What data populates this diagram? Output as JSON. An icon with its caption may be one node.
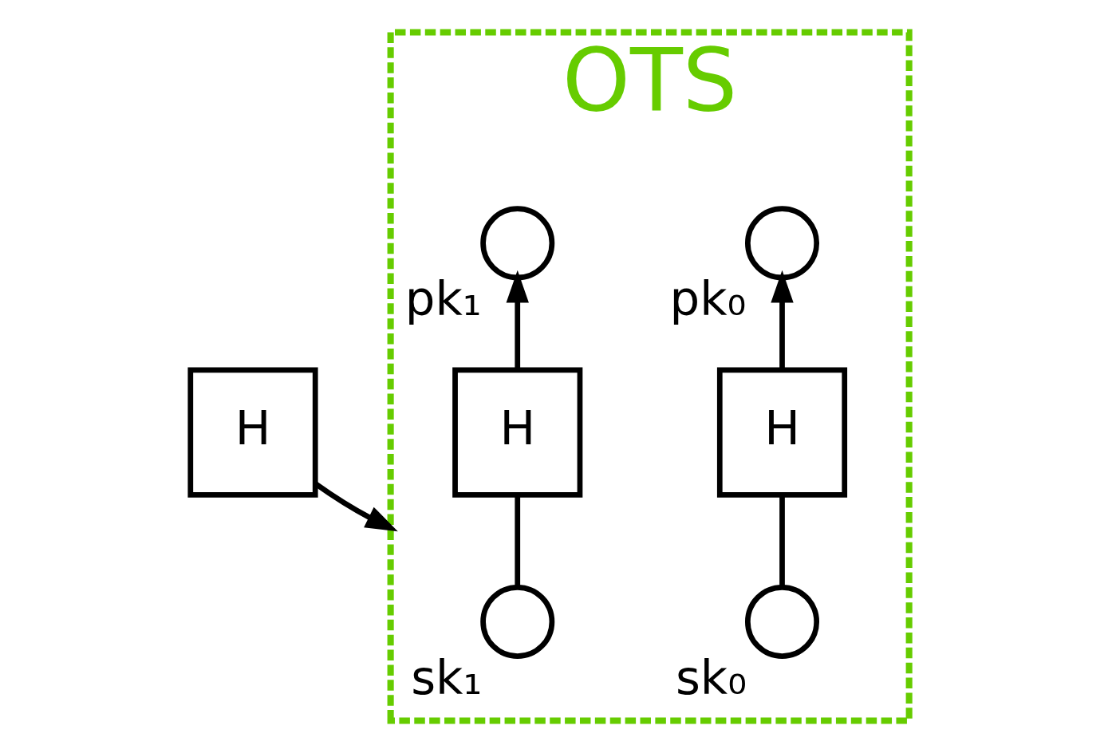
{
  "diagram": {
    "nodes": [
      {
        "text": [
          "H"
        ]
      },
      {
        "text": [
          "OTS"
        ]
      },
      {
        "text": [],
        "shape": "circle",
        "beside": [
          "sk₀"
        ],
        "in": 1
      },
      {
        "text": [
          "H"
        ],
        "in": 1
      },
      {
        "text": [],
        "shape": "circle",
        "beside": [
          "pk₀"
        ],
        "in": 1
      },
      {
        "text": [],
        "shape": "circle",
        "beside": [
          "sk₁"
        ],
        "in": 1
      },
      {
        "text": [
          "H"
        ],
        "in": 1
      },
      {
        "text": [],
        "shape": "circle",
        "beside": [
          "pk₁"
        ],
        "in": 1
      }
    ],
    "edges": [
      {
        "from": 0,
        "to": 1,
        "arrow": "to"
      },
      {
        "from": 2,
        "to": 3,
        "arrow": "none"
      },
      {
        "from": 3,
        "to": 4,
        "arrow": "to"
      },
      {
        "from": 5,
        "to": 6,
        "arrow": "none"
      },
      {
        "from": 6,
        "to": 7,
        "arrow": "to"
      }
    ]
  }
}
